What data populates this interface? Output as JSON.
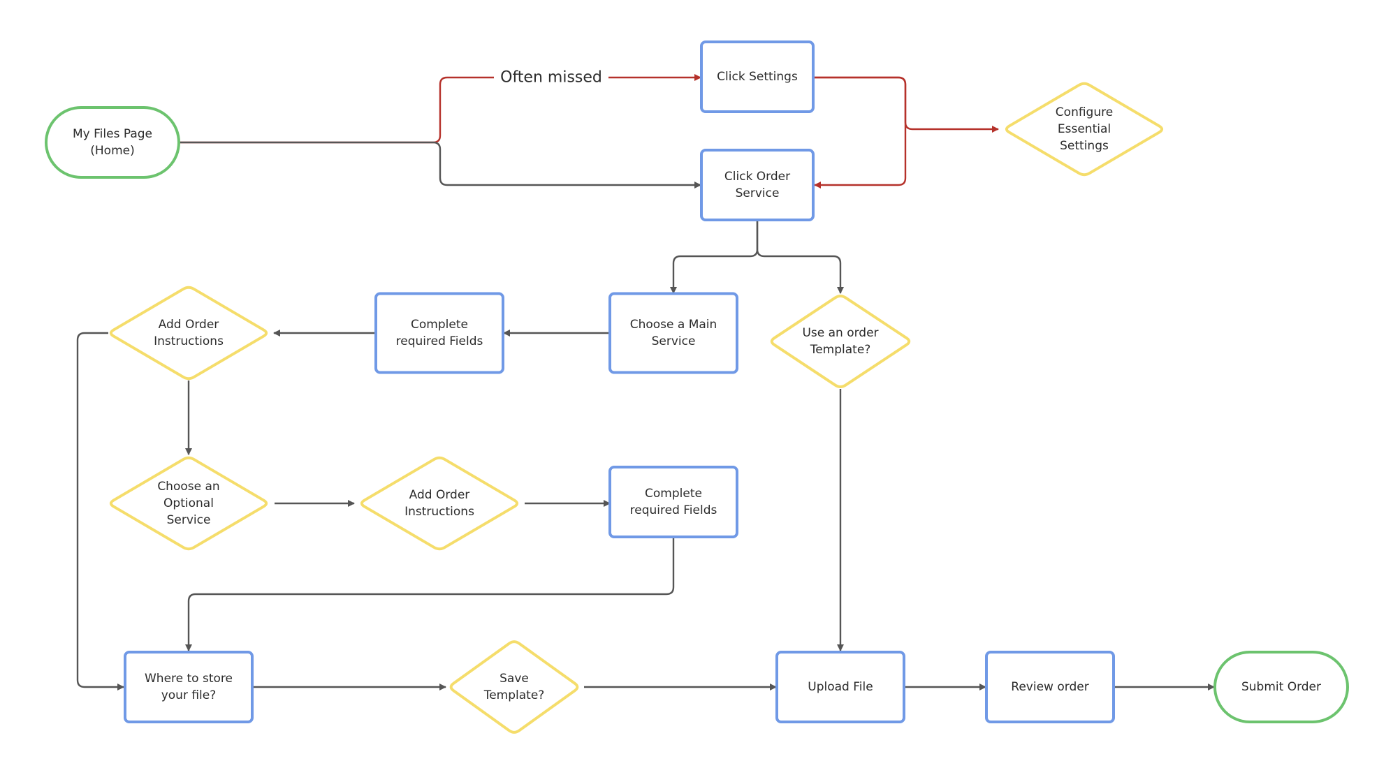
{
  "colors": {
    "background": "#ffffff",
    "terminal_border": "#6cc36e",
    "process_border": "#7099e6",
    "decision_border": "#f5dd6b",
    "connector": "#555555",
    "highlight_connector": "#b5312a",
    "text": "#2b2b2b"
  },
  "nodes": [
    {
      "id": "my-files-page",
      "shape": "terminal",
      "lines": [
        "My Files Page",
        "(Home)"
      ]
    },
    {
      "id": "click-settings",
      "shape": "process",
      "lines": [
        "Click Settings"
      ]
    },
    {
      "id": "click-order-service",
      "shape": "process",
      "lines": [
        "Click Order",
        "Service"
      ]
    },
    {
      "id": "configure-essential-settings",
      "shape": "decision",
      "lines": [
        "Configure",
        "Essential",
        "Settings"
      ]
    },
    {
      "id": "add-order-instructions-1",
      "shape": "decision",
      "lines": [
        "Add Order",
        "Instructions"
      ]
    },
    {
      "id": "complete-required-fields-1",
      "shape": "process",
      "lines": [
        "Complete",
        "required Fields"
      ]
    },
    {
      "id": "choose-main-service",
      "shape": "process",
      "lines": [
        "Choose a Main",
        "Service"
      ]
    },
    {
      "id": "use-order-template",
      "shape": "decision",
      "lines": [
        "Use an order",
        "Template?"
      ]
    },
    {
      "id": "choose-optional-service",
      "shape": "decision",
      "lines": [
        "Choose an",
        "Optional",
        "Service"
      ]
    },
    {
      "id": "add-order-instructions-2",
      "shape": "decision",
      "lines": [
        "Add Order",
        "Instructions"
      ]
    },
    {
      "id": "complete-required-fields-2",
      "shape": "process",
      "lines": [
        "Complete",
        "required Fields"
      ]
    },
    {
      "id": "where-to-store-file",
      "shape": "process",
      "lines": [
        "Where to store",
        "your file?"
      ]
    },
    {
      "id": "save-template",
      "shape": "decision",
      "lines": [
        "Save",
        "Template?"
      ]
    },
    {
      "id": "upload-file",
      "shape": "process",
      "lines": [
        "Upload File"
      ]
    },
    {
      "id": "review-order",
      "shape": "process",
      "lines": [
        "Review order"
      ]
    },
    {
      "id": "submit-order",
      "shape": "terminal",
      "lines": [
        "Submit Order"
      ]
    }
  ],
  "edges": [
    {
      "from": "my-files-page",
      "to": "click-settings",
      "highlight": true,
      "label": "Often missed"
    },
    {
      "from": "my-files-page",
      "to": "click-order-service",
      "highlight": false,
      "label": ""
    },
    {
      "from": "click-settings",
      "to": "configure-essential-settings",
      "highlight": true,
      "label": ""
    },
    {
      "from": "click-settings",
      "to": "click-order-service",
      "highlight": true,
      "label": ""
    },
    {
      "from": "click-order-service",
      "to": "choose-main-service",
      "highlight": false,
      "label": ""
    },
    {
      "from": "click-order-service",
      "to": "use-order-template",
      "highlight": false,
      "label": ""
    },
    {
      "from": "choose-main-service",
      "to": "complete-required-fields-1",
      "highlight": false,
      "label": ""
    },
    {
      "from": "complete-required-fields-1",
      "to": "add-order-instructions-1",
      "highlight": false,
      "label": ""
    },
    {
      "from": "add-order-instructions-1",
      "to": "choose-optional-service",
      "highlight": false,
      "label": ""
    },
    {
      "from": "add-order-instructions-1",
      "to": "where-to-store-file",
      "highlight": false,
      "label": ""
    },
    {
      "from": "choose-optional-service",
      "to": "add-order-instructions-2",
      "highlight": false,
      "label": ""
    },
    {
      "from": "add-order-instructions-2",
      "to": "complete-required-fields-2",
      "highlight": false,
      "label": ""
    },
    {
      "from": "complete-required-fields-2",
      "to": "where-to-store-file",
      "highlight": false,
      "label": ""
    },
    {
      "from": "where-to-store-file",
      "to": "save-template",
      "highlight": false,
      "label": ""
    },
    {
      "from": "save-template",
      "to": "upload-file",
      "highlight": false,
      "label": ""
    },
    {
      "from": "use-order-template",
      "to": "upload-file",
      "highlight": false,
      "label": ""
    },
    {
      "from": "upload-file",
      "to": "review-order",
      "highlight": false,
      "label": ""
    },
    {
      "from": "review-order",
      "to": "submit-order",
      "highlight": false,
      "label": ""
    }
  ]
}
